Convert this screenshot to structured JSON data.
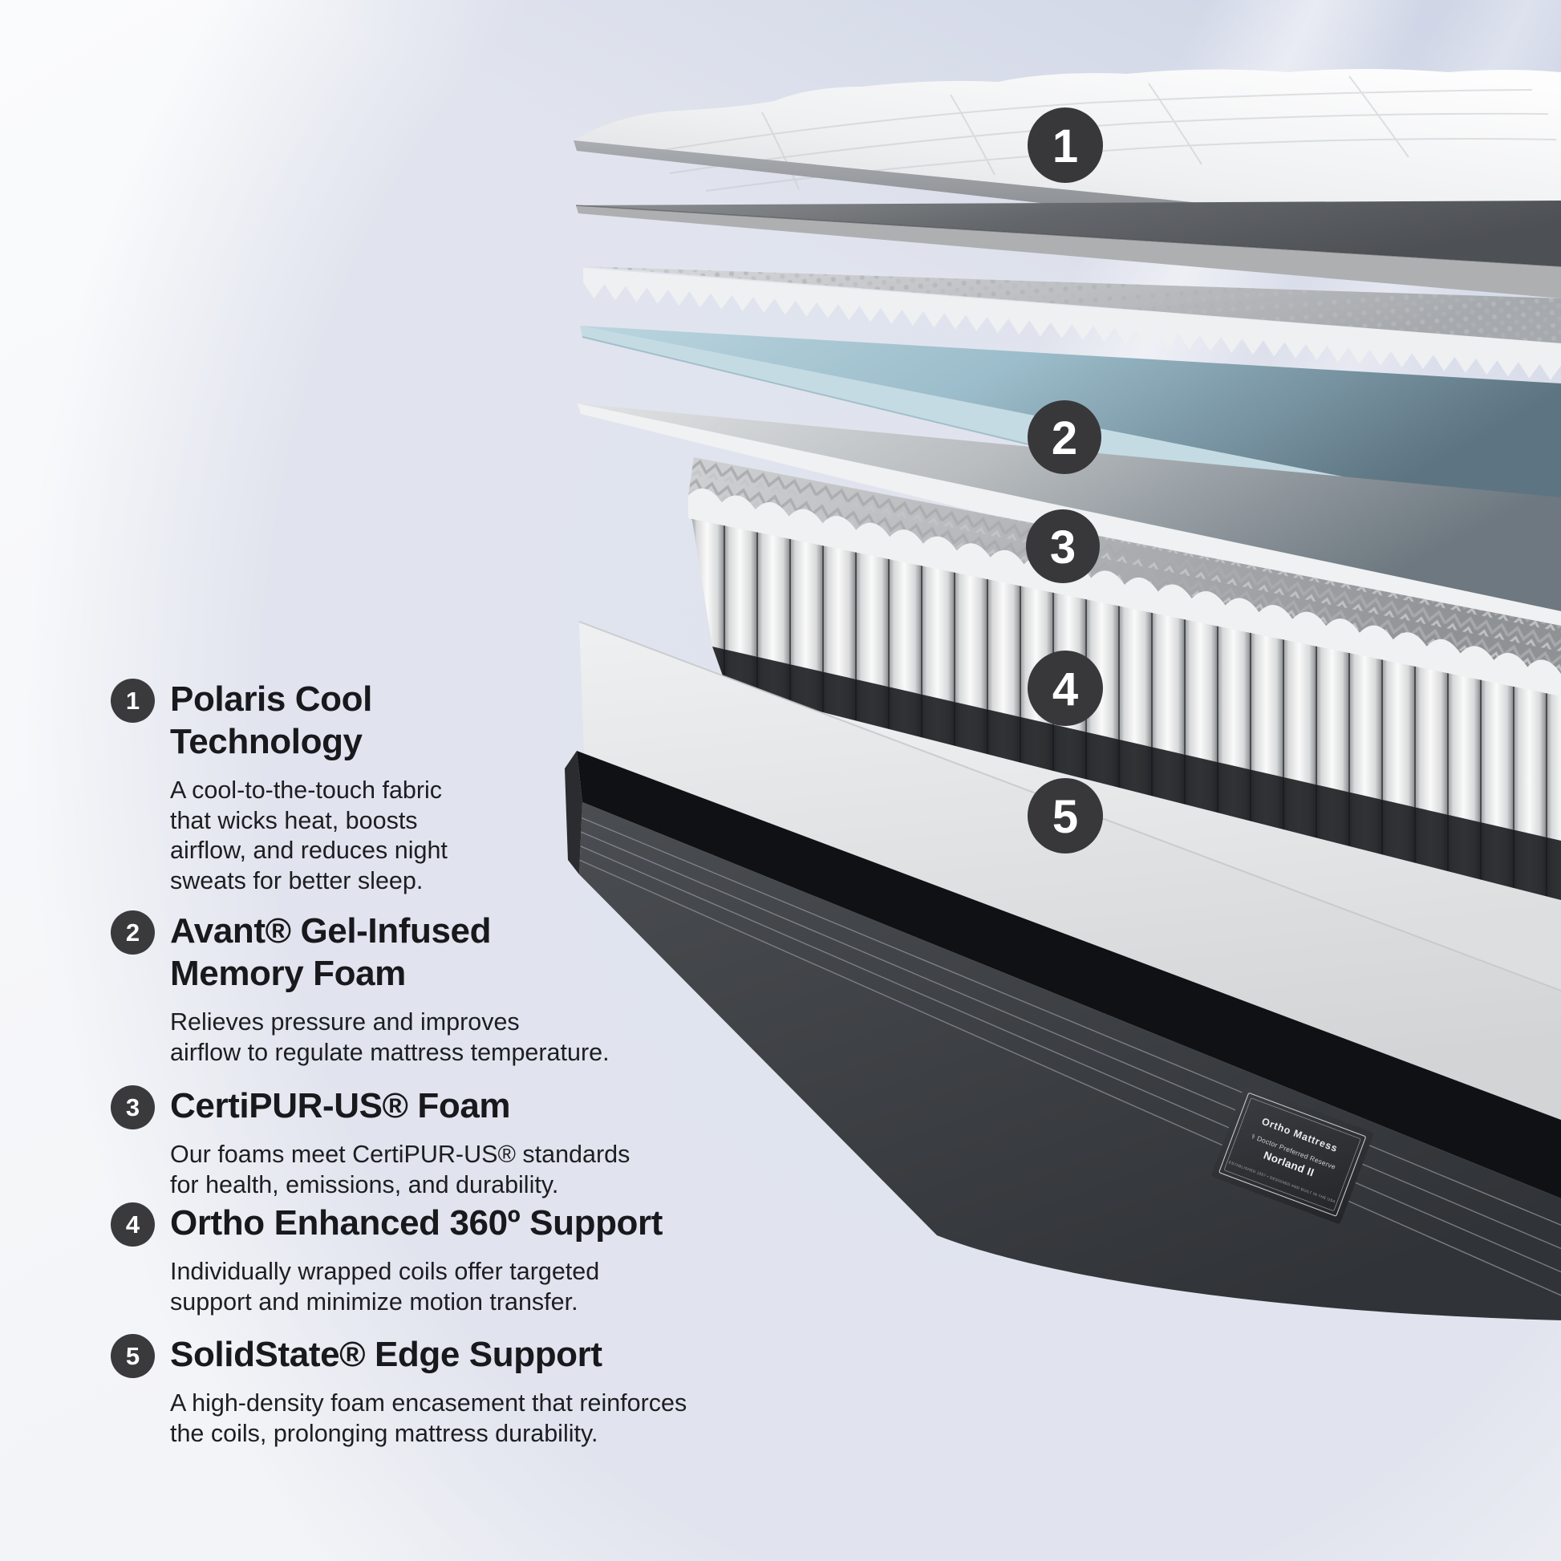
{
  "colors": {
    "background": "#e1e4ee",
    "text": "#17191c",
    "badge": "#3a3a3c",
    "badge_number": "#ffffff",
    "gel_foam": "#b8d3dd",
    "foundation": "#3e4145"
  },
  "sections": [
    {
      "num": "1",
      "title": "Polaris Cool\nTechnology",
      "body": "A cool-to-the-touch fabric\nthat wicks heat, boosts\nairflow, and reduces night\nsweats for better sleep."
    },
    {
      "num": "2",
      "title": "Avant® Gel-Infused\nMemory Foam",
      "body": "Relieves pressure and improves\nairflow to regulate mattress temperature."
    },
    {
      "num": "3",
      "title": "CertiPUR-US® Foam",
      "body": "Our foams meet CertiPUR-US® standards\nfor health, emissions, and durability."
    },
    {
      "num": "4",
      "title": "Ortho Enhanced 360º Support",
      "body": "Individually wrapped coils offer targeted\nsupport and minimize motion transfer."
    },
    {
      "num": "5",
      "title": "SolidState® Edge Support",
      "body": "A high-density foam encasement that reinforces\nthe coils, prolonging mattress durability."
    }
  ],
  "diagram": {
    "badges": [
      "1",
      "2",
      "3",
      "4",
      "5"
    ],
    "label": {
      "product": "Ortho Mattress",
      "brand": "⚕ Doctor Preferred Reserve",
      "model": "Norland II",
      "tagline": "ESTABLISHED 1957  •  DESIGNED AND BUILT IN THE USA"
    }
  }
}
